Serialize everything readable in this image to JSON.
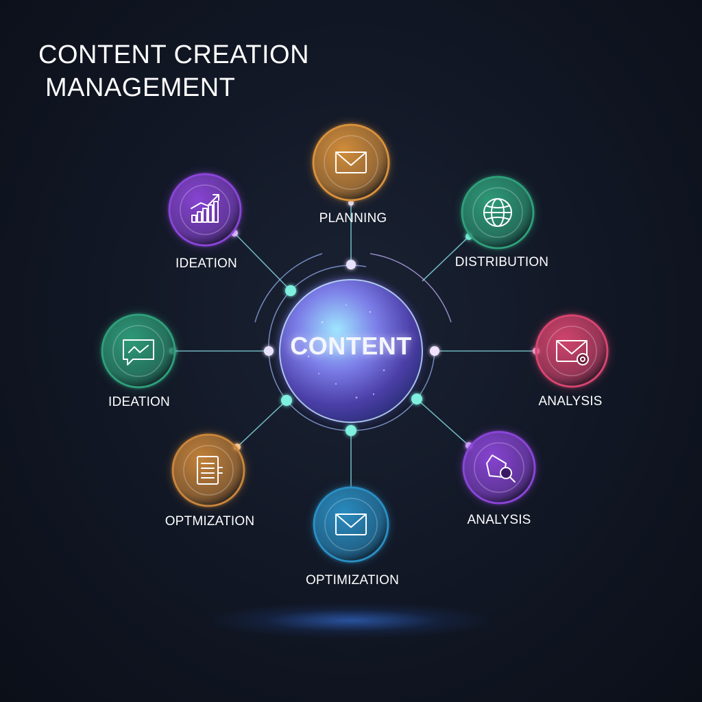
{
  "title": {
    "line1": "CONTENT CREATION",
    "line2": "MANAGEMENT"
  },
  "center": {
    "label": "CONTENT"
  },
  "nodes": [
    {
      "label": "PLANNING",
      "icon": "email-icon",
      "color": "#d9913b"
    },
    {
      "label": "DISTRIBUTION",
      "icon": "globe-icon",
      "color": "#2f9f7a"
    },
    {
      "label": "ANALYSIS",
      "icon": "email-settings-icon",
      "color": "#d9456f"
    },
    {
      "label": "ANALYSIS",
      "icon": "magnify-icon",
      "color": "#8b45d8"
    },
    {
      "label": "OPTIMIZATION",
      "icon": "email-icon",
      "color": "#2a8fc4"
    },
    {
      "label": "OPTMIZATION",
      "icon": "document-icon",
      "color": "#c9853a"
    },
    {
      "label": "IDEATION",
      "icon": "chat-chart-icon",
      "color": "#2f9f7a"
    },
    {
      "label": "IDEATION",
      "icon": "bar-chart-icon",
      "color": "#8b45d8"
    }
  ]
}
